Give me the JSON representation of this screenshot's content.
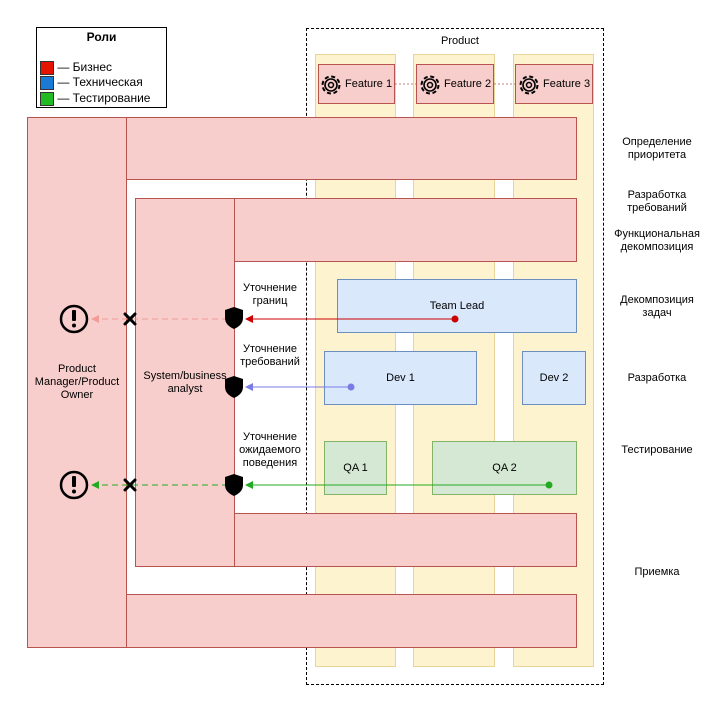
{
  "legend": {
    "title": "Роли",
    "items": [
      {
        "label": "— Бизнес",
        "color": "#e51400"
      },
      {
        "label": "— Техническая",
        "color": "#1b7ad3"
      },
      {
        "label": "— Тестирование",
        "color": "#22bb22"
      }
    ]
  },
  "product": {
    "title": "Product",
    "features": [
      "Feature 1",
      "Feature 2",
      "Feature 3"
    ],
    "feature_icon": "gear-icon"
  },
  "roles": {
    "pm": "Product Manager/Product Owner",
    "analyst": "System/business analyst",
    "team_lead": "Team Lead",
    "dev1": "Dev 1",
    "dev2": "Dev 2",
    "qa1": "QA 1",
    "qa2": "QA 2"
  },
  "clarifications": {
    "boundaries": "Уточнение границ",
    "requirements": "Уточнение требований",
    "behavior": "Уточнение ожидаемого поведения"
  },
  "stages": {
    "priority": "Определение приоритета",
    "req_dev": "Разработка требований",
    "func_decomp": "Функциональная декомпозиция",
    "task_decomp": "Декомпозиция задач",
    "development": "Разработка",
    "testing": "Тестирование",
    "acceptance": "Приемка"
  },
  "icons": {
    "warning": "exclamation-circle-icon",
    "shield": "shield-icon",
    "cross": "x-icon"
  },
  "colors": {
    "business": "#b85450",
    "technical": "#6c8ebf",
    "testing": "#22aa22",
    "pink_fill": "#f8cecc",
    "blue_fill": "#dae8fc",
    "green_fill": "#d5e8d4",
    "column_fill": "#fdf3cf"
  }
}
